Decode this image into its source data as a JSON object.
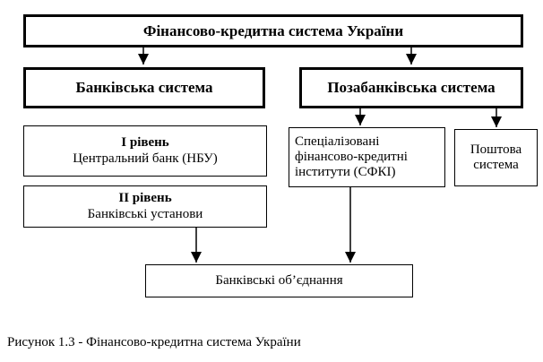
{
  "diagram": {
    "root": {
      "title": "Фінансово-кредитна система України"
    },
    "banking_system": {
      "title": "Банківська система"
    },
    "nonbanking_system": {
      "title": "Позабанківська система"
    },
    "level1": {
      "title": "I рівень",
      "text": "Центральний банк (НБУ)"
    },
    "level2": {
      "title": "II рівень",
      "text": "Банківські установи"
    },
    "sfki": {
      "line1": "Спеціалізовані",
      "line2": "фінансово-кредитні",
      "line3": "інститути (СФКІ)"
    },
    "postal": {
      "line1": "Поштова",
      "line2": "система"
    },
    "bank_unions": {
      "title": "Банківські об’єднання"
    }
  },
  "caption": "Рисунок 1.3 - Фінансово-кредитна система України"
}
